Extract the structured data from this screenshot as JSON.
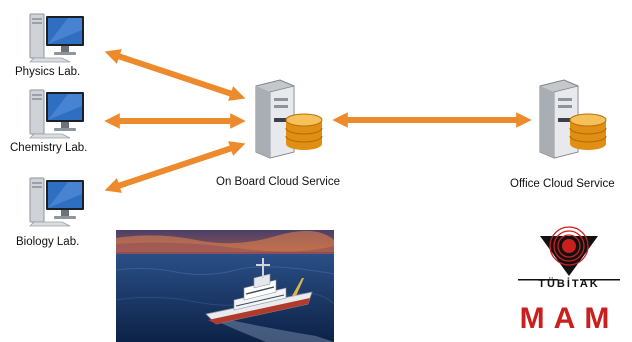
{
  "nodes": {
    "physics_lab": {
      "label": "Physics Lab.",
      "icon": "computer-icon"
    },
    "chemistry_lab": {
      "label": "Chemistry Lab.",
      "icon": "computer-icon"
    },
    "biology_lab": {
      "label": "Biology Lab.",
      "icon": "computer-icon"
    },
    "onboard_cloud": {
      "label": "On Board Cloud Service",
      "icon": "server-database-icon"
    },
    "office_cloud": {
      "label": "Office Cloud Service",
      "icon": "server-database-icon"
    }
  },
  "edges": [
    {
      "from": "physics_lab",
      "to": "onboard_cloud",
      "direction": "bidirectional"
    },
    {
      "from": "chemistry_lab",
      "to": "onboard_cloud",
      "direction": "bidirectional"
    },
    {
      "from": "biology_lab",
      "to": "onboard_cloud",
      "direction": "bidirectional"
    },
    {
      "from": "onboard_cloud",
      "to": "office_cloud",
      "direction": "bidirectional"
    }
  ],
  "logo": {
    "name_top": "TÜBİTAK",
    "name_bottom": "MAM"
  },
  "colors": {
    "arrow": "#ec8a2c",
    "database": "#f0a21c",
    "monitor_screen": "#2f6fc2",
    "logo_red": "#c9201e"
  },
  "images": {
    "ship_photo": "research-vessel-at-sea-photo"
  }
}
